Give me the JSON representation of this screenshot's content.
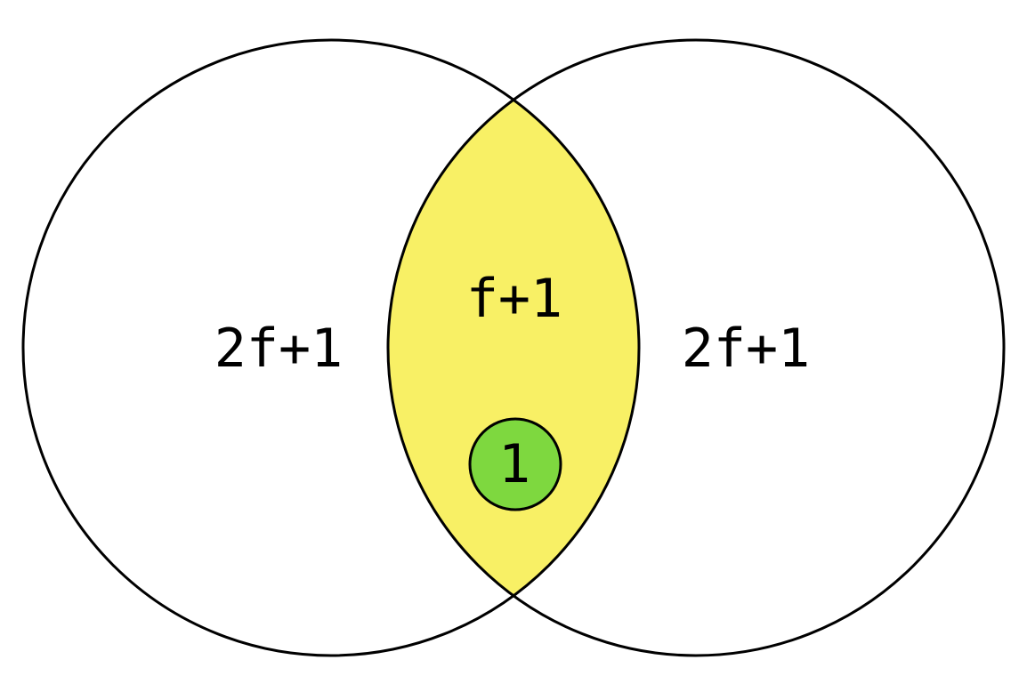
{
  "colors": {
    "intersection_fill": "#F8F065",
    "marker_fill": "#7ED83F",
    "stroke": "#000000"
  },
  "labels": {
    "left_set": "2f+1",
    "intersection": "f+1",
    "right_set": "2f+1",
    "marker": "1"
  }
}
